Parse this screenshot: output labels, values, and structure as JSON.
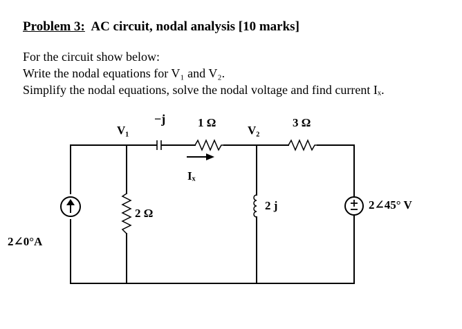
{
  "problem": {
    "title_label": "Problem 3:",
    "title_rest": "AC circuit, nodal analysis [10 marks]",
    "lines": [
      "For the circuit show below:",
      "Write the nodal equations for V₁ and V₂.",
      "Simplify the nodal equations, solve the nodal voltage and find current Iₓ."
    ]
  },
  "circuit": {
    "node_v1": "V₁",
    "node_v2": "V₂",
    "capacitor": "−j",
    "r_1": "1 Ω",
    "r_3": "3 Ω",
    "r_2": "2 Ω",
    "inductor": "2 j",
    "current_label": "Iₓ",
    "current_source": "2∠0°A",
    "voltage_source": "2∠45° V"
  }
}
